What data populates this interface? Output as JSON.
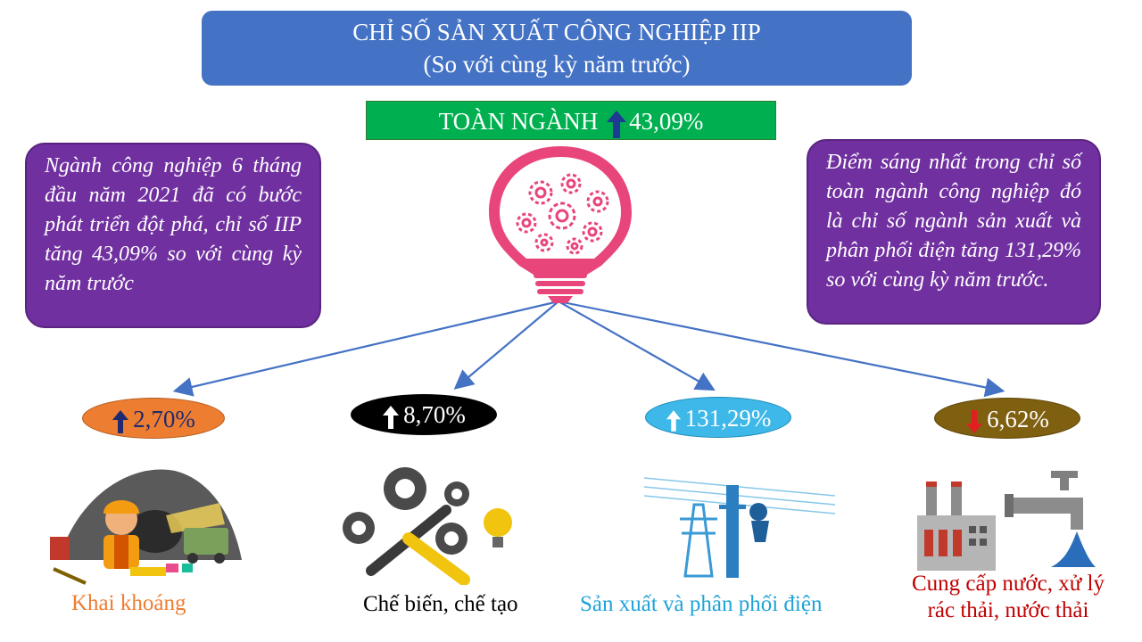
{
  "title": {
    "line1": "CHỈ SỐ SẢN XUẤT CÔNG NGHIỆP IIP",
    "line2": "(So với cùng kỳ năm trước)"
  },
  "overall": {
    "label": "TOÀN NGÀNH",
    "value": "43,09%",
    "direction": "up",
    "arrow_color": "#1f3a93"
  },
  "callouts": {
    "left": "Ngành công nghiệp 6 tháng đầu năm 2021 đã có bước phát triển đột phá, chỉ số IIP tăng 43,09% so với cùng kỳ năm trước",
    "right": "Điểm sáng nhất trong chỉ số toàn ngành công nghiệp đó là chỉ số ngành sản xuất và phân phối điện tăng 131,29% so với cùng kỳ năm trước."
  },
  "sectors": [
    {
      "name": "Khai khoáng",
      "value": "2,70%",
      "direction": "up",
      "icon": "mining-icon",
      "color": "#ed7d31"
    },
    {
      "name": "Chế biến, chế tạo",
      "value": "8,70%",
      "direction": "up",
      "icon": "gears-wrench-icon",
      "color": "#000000"
    },
    {
      "name": "Sản xuất và phân phối điện",
      "value": "131,29%",
      "direction": "up",
      "icon": "power-line-icon",
      "color": "#3db8e8"
    },
    {
      "name": "Cung cấp nước, xử lý rác thải, nước thải",
      "value": "6,62%",
      "direction": "down",
      "icon": "factory-faucet-icon",
      "color": "#7f5f10"
    }
  ],
  "central_icon": "lightbulb-gears-icon"
}
